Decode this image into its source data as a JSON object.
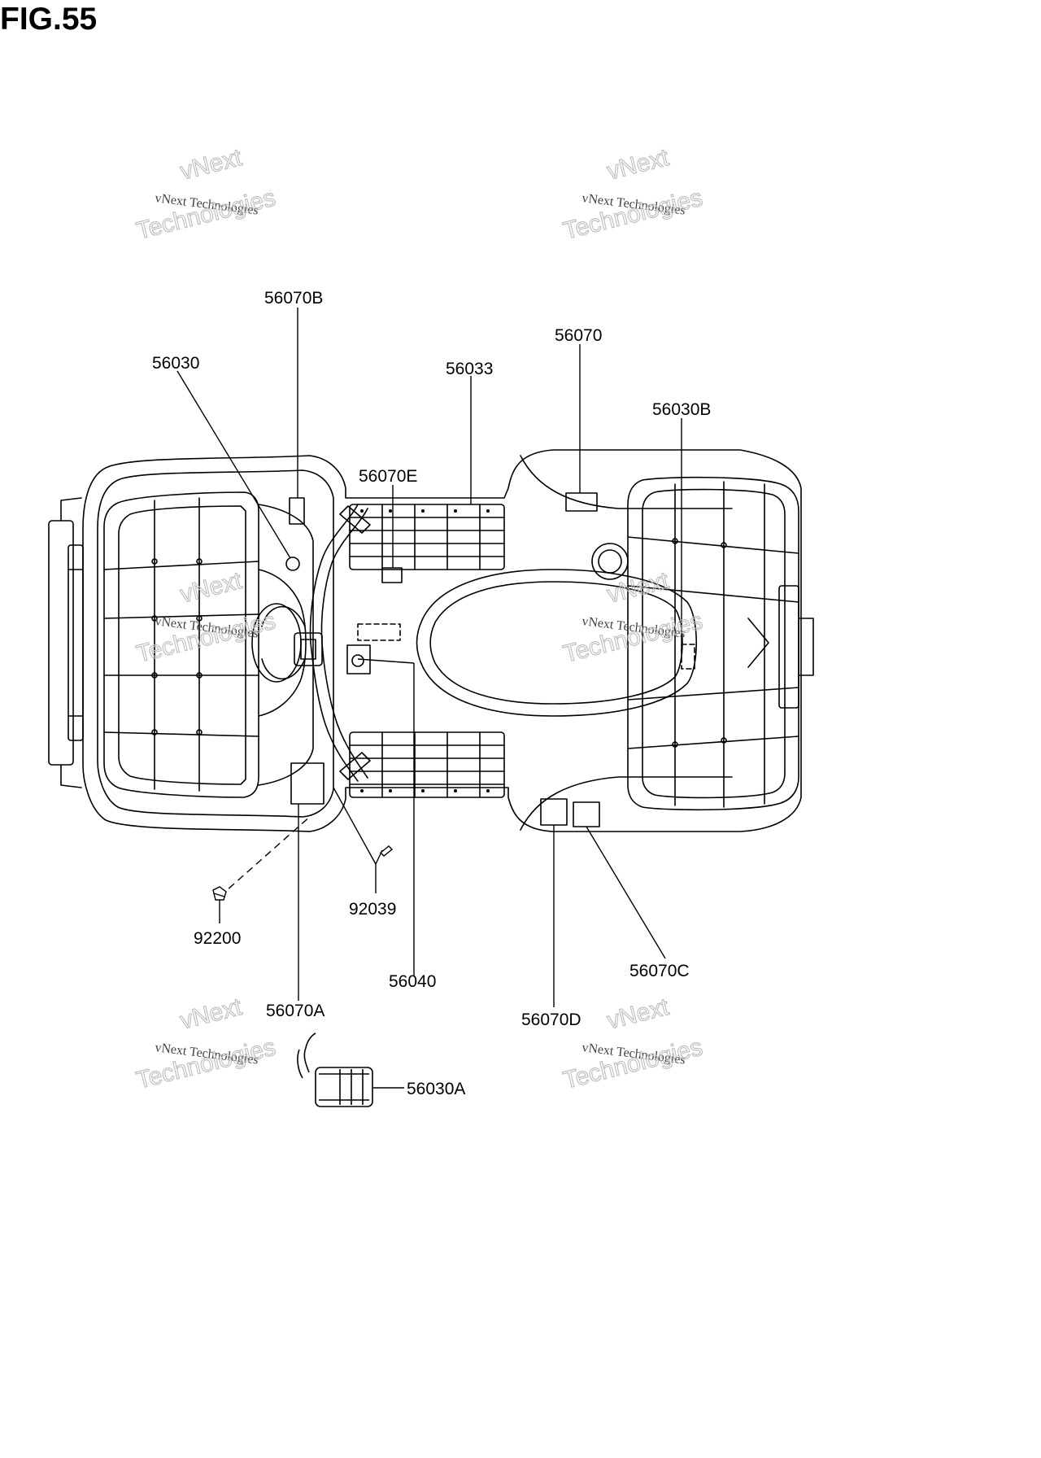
{
  "figure": {
    "title": "FIG.55"
  },
  "watermark": {
    "line1": "vNext Technologies",
    "line2": "vNext",
    "line3": "Technologies"
  },
  "callouts": {
    "c56070B": "56070B",
    "c56030": "56030",
    "c56070": "56070",
    "c56033": "56033",
    "c56030B": "56030B",
    "c56070E": "56070E",
    "c92039": "92039",
    "c92200": "92200",
    "c56040": "56040",
    "c56070C": "56070C",
    "c56070A": "56070A",
    "c56070D": "56070D",
    "c56030A": "56030A"
  }
}
